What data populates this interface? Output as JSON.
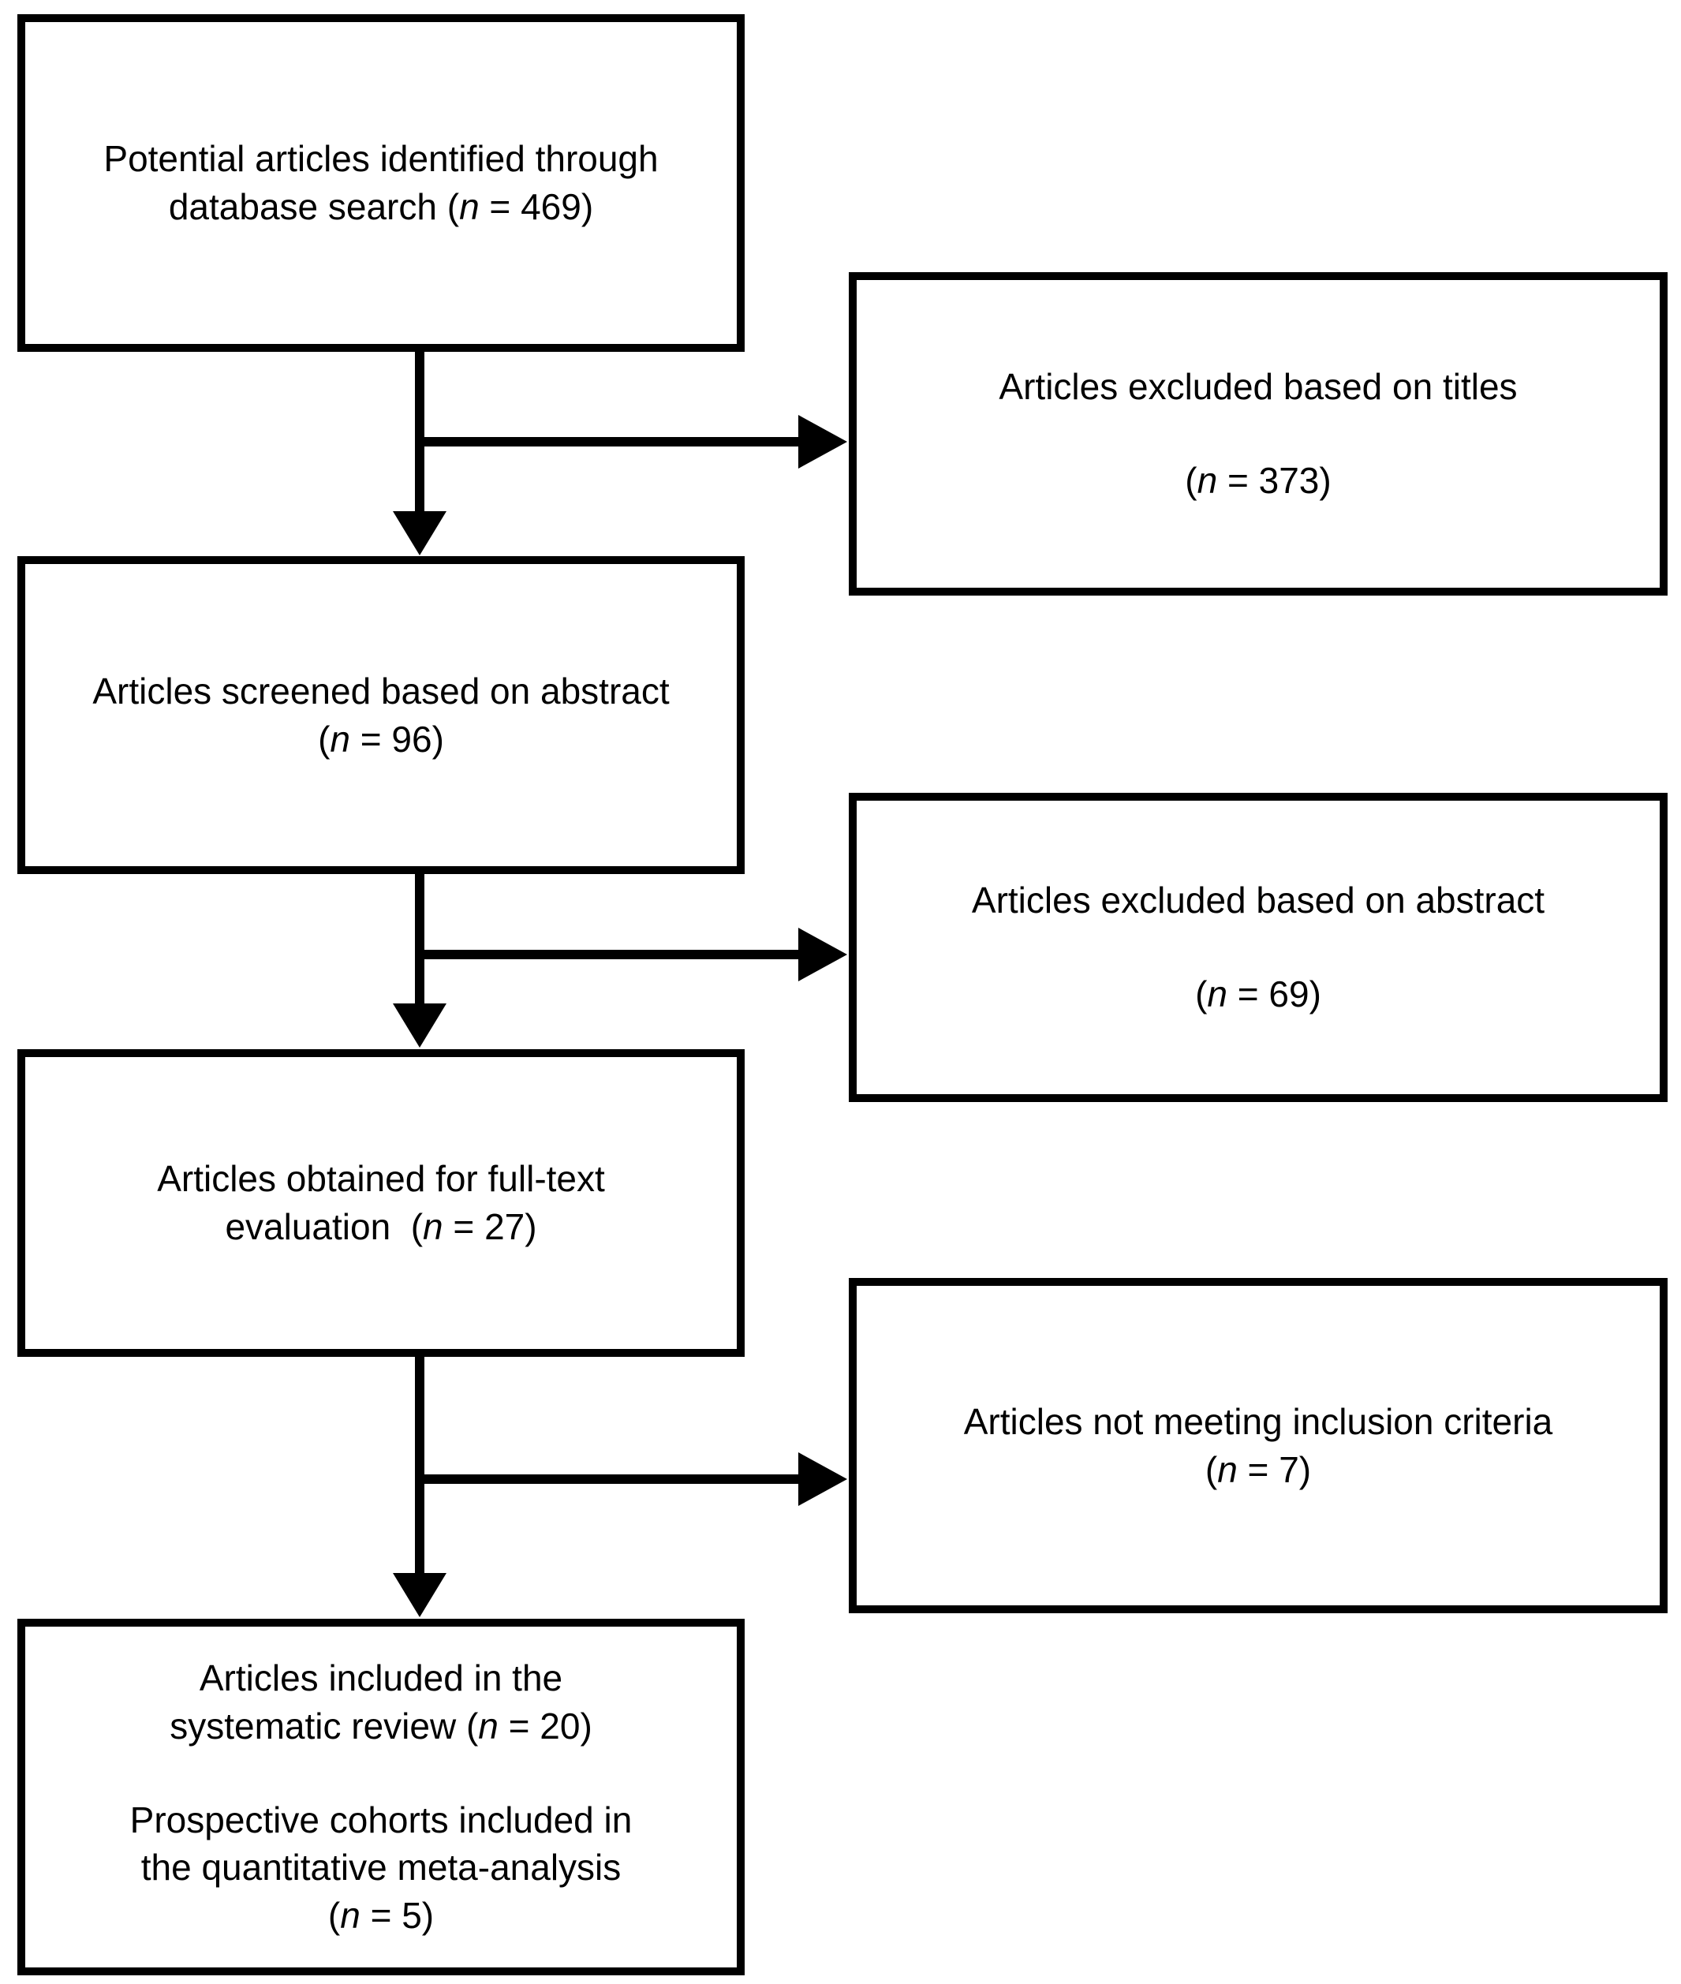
{
  "colors": {
    "ink": "#000000",
    "background": "#ffffff"
  },
  "boxes": [
    {
      "name": "identified",
      "paragraphs": [
        [
          [
            {
              "t": "Potential articles identified through"
            }
          ],
          [
            {
              "t": "database search ("
            },
            {
              "t": "n",
              "i": true
            },
            {
              "t": " = 469)"
            }
          ]
        ]
      ]
    },
    {
      "name": "excluded-titles",
      "paragraphs": [
        [
          [
            {
              "t": "Articles excluded based on titles"
            }
          ]
        ],
        [
          [
            {
              "t": "("
            },
            {
              "t": "n",
              "i": true
            },
            {
              "t": " = 373)"
            }
          ]
        ]
      ]
    },
    {
      "name": "screened",
      "paragraphs": [
        [
          [
            {
              "t": "Articles screened based on abstract"
            }
          ],
          [
            {
              "t": "("
            },
            {
              "t": "n",
              "i": true
            },
            {
              "t": " = 96)"
            }
          ]
        ]
      ]
    },
    {
      "name": "excluded-abstract",
      "paragraphs": [
        [
          [
            {
              "t": "Articles excluded based on abstract"
            }
          ]
        ],
        [
          [
            {
              "t": "("
            },
            {
              "t": "n",
              "i": true
            },
            {
              "t": " = 69)"
            }
          ]
        ]
      ]
    },
    {
      "name": "fulltext",
      "paragraphs": [
        [
          [
            {
              "t": "Articles obtained for full-text"
            }
          ],
          [
            {
              "t": "evaluation  ("
            },
            {
              "t": "n",
              "i": true
            },
            {
              "t": " = 27)"
            }
          ]
        ]
      ]
    },
    {
      "name": "not-meeting",
      "paragraphs": [
        [
          [
            {
              "t": "Articles not meeting inclusion criteria"
            }
          ],
          [
            {
              "t": "("
            },
            {
              "t": "n",
              "i": true
            },
            {
              "t": " = 7)"
            }
          ]
        ]
      ]
    },
    {
      "name": "included",
      "paragraphs": [
        [
          [
            {
              "t": "Articles included in the"
            }
          ],
          [
            {
              "t": "systematic review ("
            },
            {
              "t": "n",
              "i": true
            },
            {
              "t": " = 20)"
            }
          ]
        ],
        [
          [
            {
              "t": "Prospective cohorts included in"
            }
          ],
          [
            {
              "t": "the quantitative meta-analysis"
            }
          ],
          [
            {
              "t": "("
            },
            {
              "t": "n",
              "i": true
            },
            {
              "t": " = 5)"
            }
          ]
        ]
      ]
    }
  ]
}
